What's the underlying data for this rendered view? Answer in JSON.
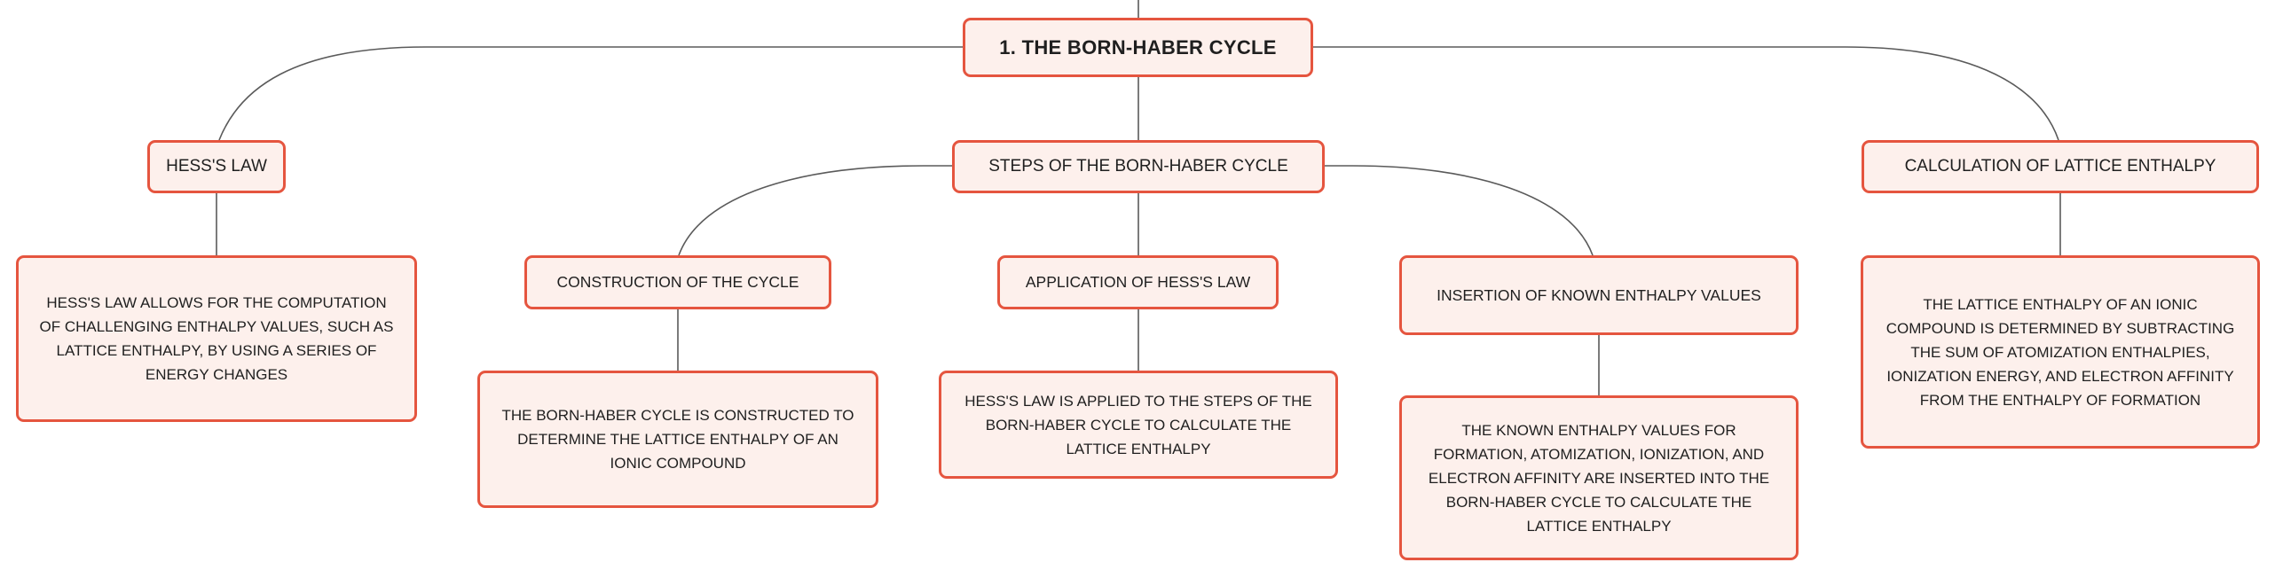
{
  "mindmap": {
    "root": {
      "label": "1. THE BORN-HABER CYCLE"
    },
    "branches": {
      "hess_law": {
        "label": "HESS'S LAW",
        "detail": "HESS'S LAW ALLOWS FOR THE COMPUTATION OF CHALLENGING ENTHALPY VALUES, SUCH AS LATTICE ENTHALPY, BY USING A SERIES OF ENERGY CHANGES"
      },
      "steps": {
        "label": "STEPS OF THE BORN-HABER CYCLE",
        "children": {
          "construction": {
            "label": "CONSTRUCTION OF THE CYCLE",
            "detail": "THE BORN-HABER CYCLE IS CONSTRUCTED TO DETERMINE THE LATTICE ENTHALPY OF AN IONIC COMPOUND"
          },
          "application": {
            "label": "APPLICATION OF HESS'S LAW",
            "detail": "HESS'S LAW IS APPLIED TO THE STEPS OF THE BORN-HABER CYCLE TO CALCULATE THE LATTICE ENTHALPY"
          },
          "insertion": {
            "label": "INSERTION OF KNOWN ENTHALPY VALUES",
            "detail": "THE KNOWN ENTHALPY VALUES FOR FORMATION, ATOMIZATION, IONIZATION, AND ELECTRON AFFINITY ARE INSERTED INTO THE BORN-HABER CYCLE TO CALCULATE THE LATTICE ENTHALPY"
          }
        }
      },
      "lattice": {
        "label": "CALCULATION OF LATTICE ENTHALPY",
        "detail": "THE LATTICE ENTHALPY OF AN IONIC COMPOUND IS DETERMINED BY SUBTRACTING THE SUM OF ATOMIZATION ENTHALPIES, IONIZATION ENERGY, AND ELECTRON AFFINITY FROM THE ENTHALPY OF FORMATION"
      }
    }
  },
  "colors": {
    "node_border": "#e5553f",
    "node_fill": "#fdf0ec",
    "connector": "#5a5a5a",
    "text": "#1f1f1f"
  }
}
